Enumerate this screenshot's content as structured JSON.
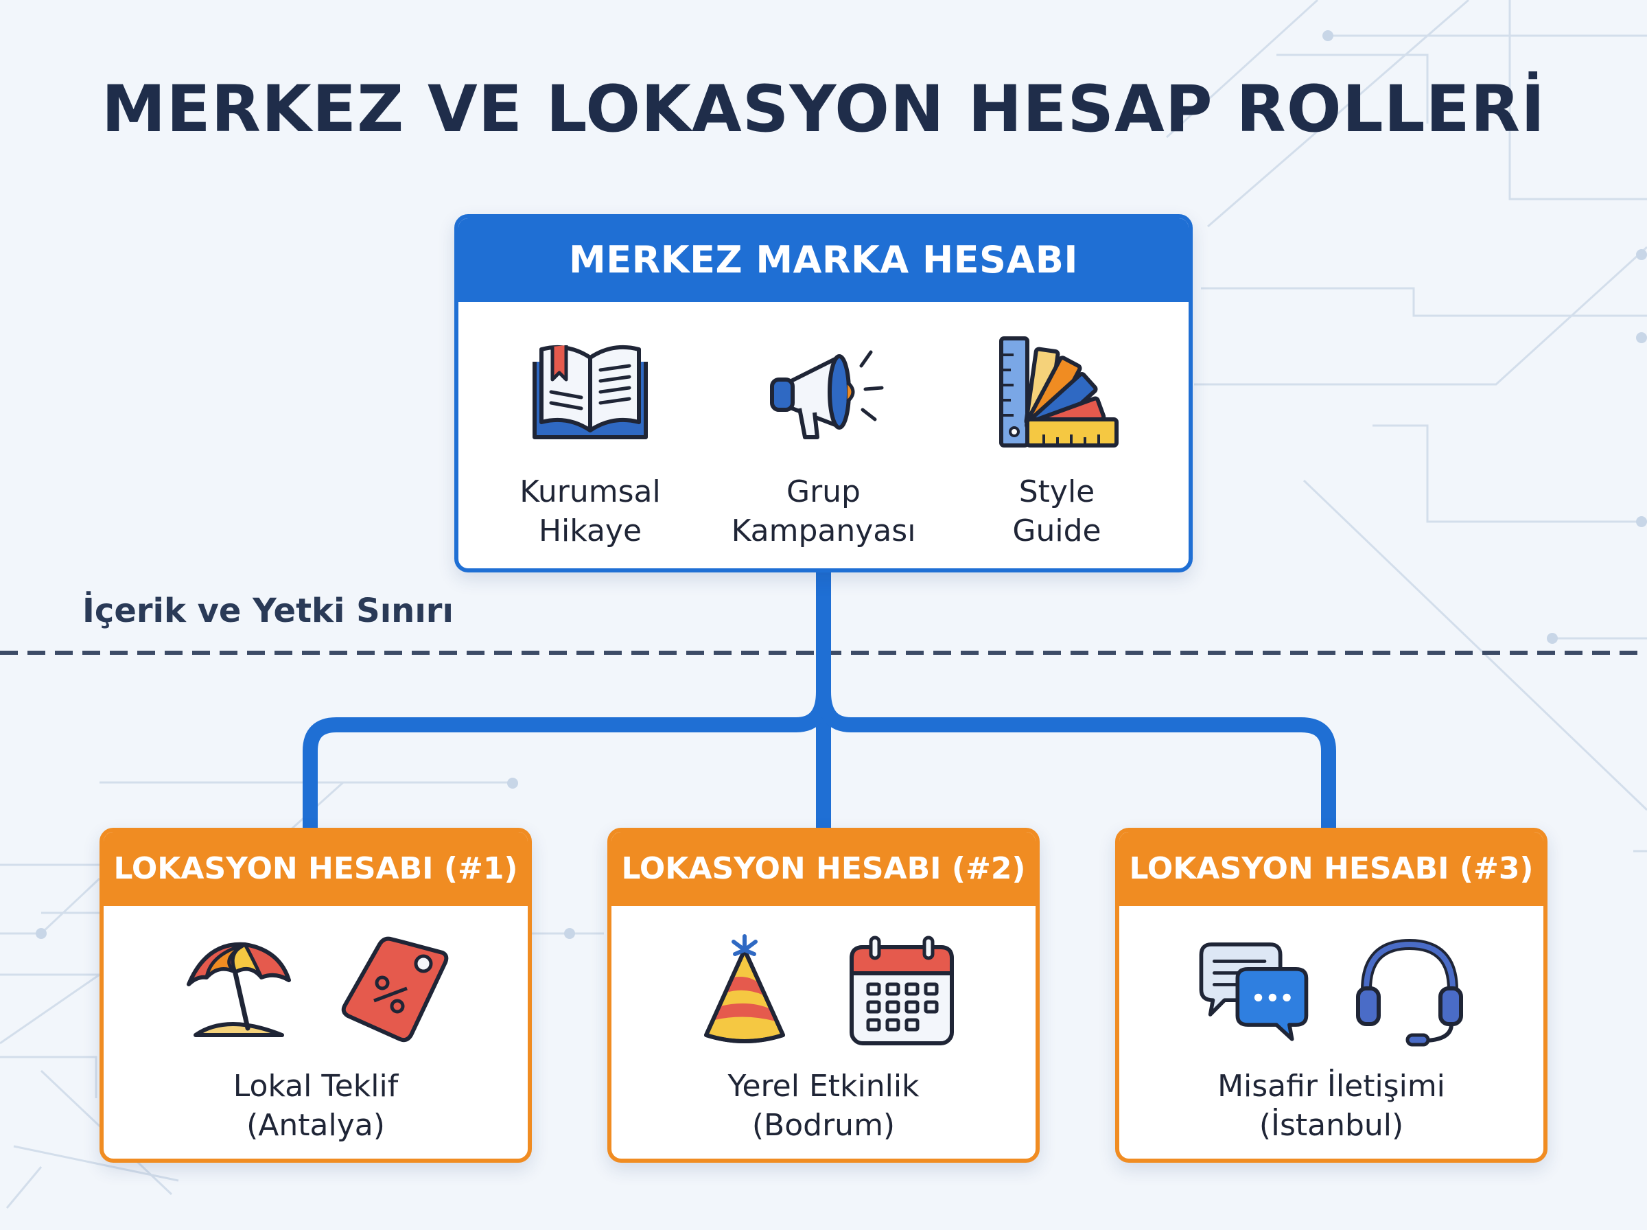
{
  "title": "MERKEZ VE LOKASYON HESAP ROLLERİ",
  "boundary_label": "İçerik ve Yetki Sınırı",
  "colors": {
    "hq_blue": "#1f6fd4",
    "location_orange": "#f08c22",
    "title_navy": "#1f2d4a",
    "background": "#f2f6fb"
  },
  "hq": {
    "header": "MERKEZ MARKA HESABI",
    "items": [
      {
        "label": "Kurumsal\nHikaye",
        "icon": "open-book-icon"
      },
      {
        "label": "Grup\nKampanyası",
        "icon": "megaphone-icon"
      },
      {
        "label": "Style\nGuide",
        "icon": "color-swatch-icon"
      }
    ]
  },
  "locations": [
    {
      "header": "LOKASYON HESABI (#1)",
      "label": "Lokal Teklif\n(Antalya)",
      "icons": [
        "beach-umbrella-icon",
        "discount-tag-icon"
      ]
    },
    {
      "header": "LOKASYON HESABI (#2)",
      "label": "Yerel Etkinlik\n(Bodrum)",
      "icons": [
        "party-hat-icon",
        "calendar-icon"
      ]
    },
    {
      "header": "LOKASYON HESABI (#3)",
      "label": "Misafir İletişimi\n(İstanbul)",
      "icons": [
        "chat-bubbles-icon",
        "headset-icon"
      ]
    }
  ]
}
